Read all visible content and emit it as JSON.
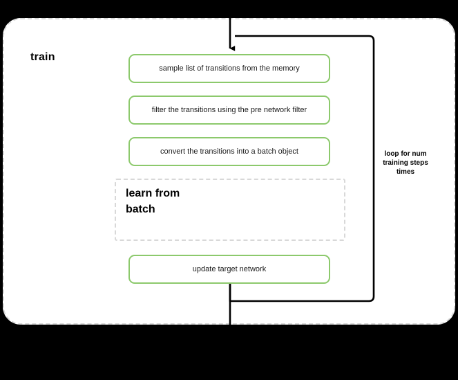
{
  "diagram": {
    "title": "train",
    "colors": {
      "accent_green": "#8cc96c",
      "dashed_border": "#d8d8d8",
      "connector": "#000000",
      "background": "#000000",
      "surface": "#ffffff"
    },
    "steps": [
      {
        "id": "sample",
        "label": "sample list of transitions from the memory"
      },
      {
        "id": "filter",
        "label": "filter the transitions using the pre network filter"
      },
      {
        "id": "convert",
        "label": "convert the transitions into a batch object"
      },
      {
        "id": "update",
        "label": "update target network"
      }
    ],
    "subgroup": {
      "title": "learn from batch"
    },
    "loop": {
      "caption": "loop for num training steps times"
    }
  }
}
